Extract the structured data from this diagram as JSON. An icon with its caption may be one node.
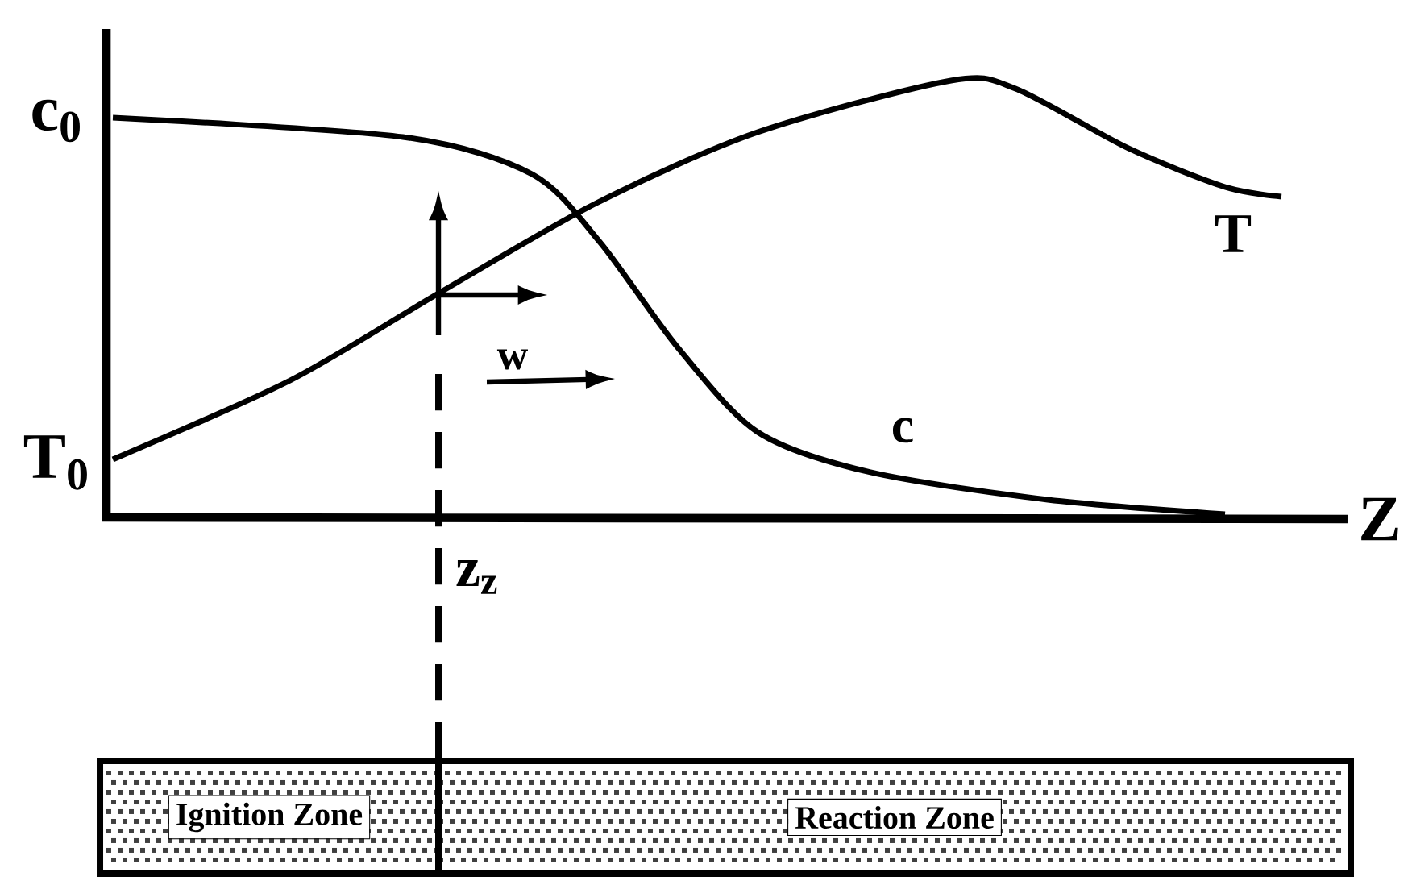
{
  "diagram": {
    "nodes": [
      {
        "text": [
          "Ignition Zone"
        ]
      },
      {
        "text": [
          "Reaction Zone"
        ]
      }
    ],
    "labels": [
      "c$_{0}$",
      "T",
      "w",
      "c",
      "T$_{0}$",
      "Z",
      "z$_{z}$"
    ]
  }
}
